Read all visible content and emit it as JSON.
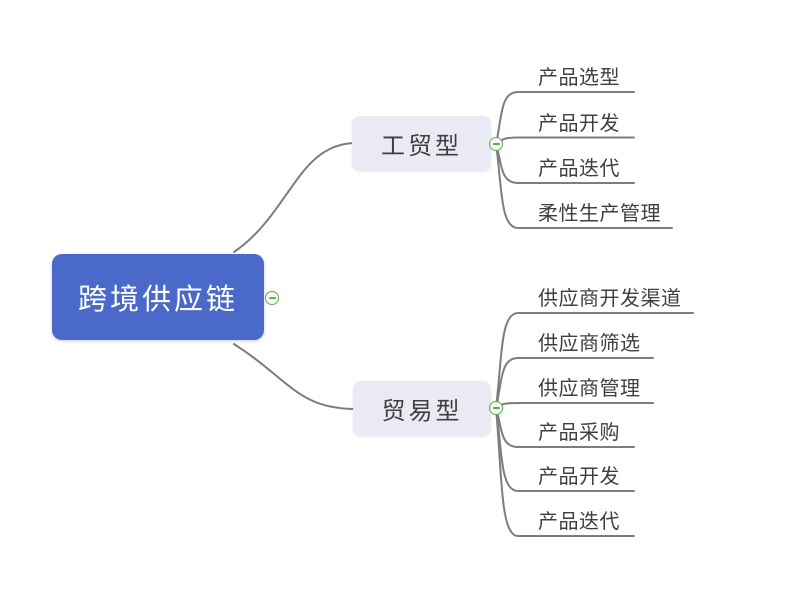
{
  "mindmap": {
    "root": {
      "label": "跨境供应链"
    },
    "branches": [
      {
        "label": "工贸型",
        "children": [
          "产品选型",
          "产品开发",
          "产品迭代",
          "柔性生产管理"
        ]
      },
      {
        "label": "贸易型",
        "children": [
          "供应商开发渠道",
          "供应商筛选",
          "供应商管理",
          "产品采购",
          "产品开发",
          "产品迭代"
        ]
      }
    ]
  },
  "icons": {
    "collapse": "minus-circle-icon"
  },
  "colors": {
    "canvas": "#ffffff",
    "root_fill": "#4a69c8",
    "root_text": "#ffffff",
    "branch_fill": "#e9eaf3",
    "text_dark": "#3f3f3f",
    "connector": "#7d7d7d",
    "collapse_green": "#5aad53",
    "collapse_fill": "#f5fbf1"
  }
}
